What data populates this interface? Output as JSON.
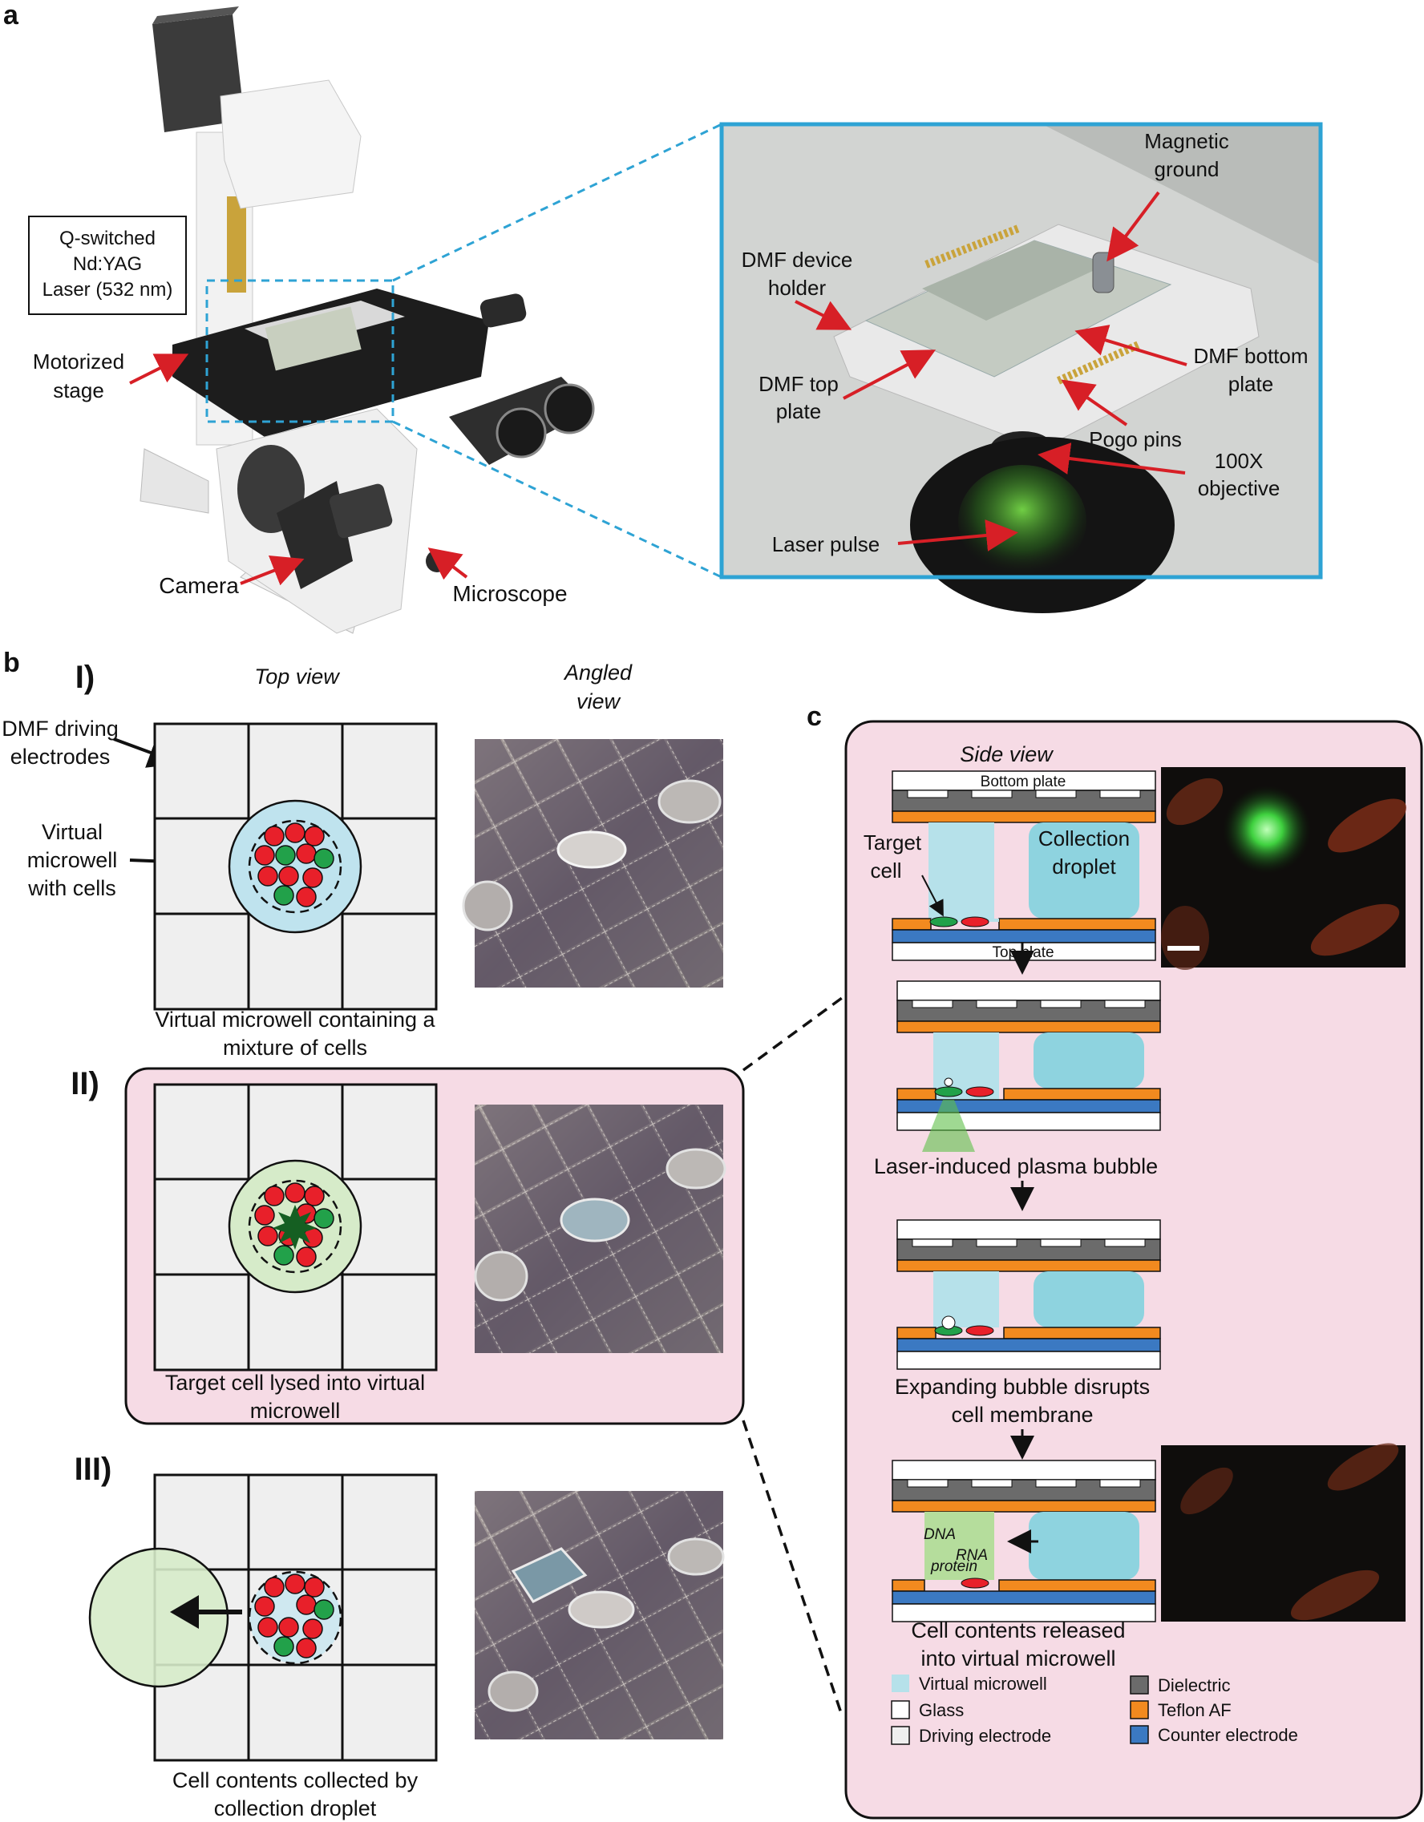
{
  "panels": {
    "a": "a",
    "b": "b",
    "c": "c"
  },
  "panel_a": {
    "laser_box": [
      "Q-switched",
      "Nd:YAG",
      "Laser (532 nm)"
    ],
    "motorized_stage": [
      "Motorized",
      "stage"
    ],
    "camera": "Camera",
    "microscope": "Microscope",
    "inset": {
      "magnetic_ground": [
        "Magnetic",
        "ground"
      ],
      "dmf_device_holder": [
        "DMF device",
        "holder"
      ],
      "dmf_top_plate": [
        "DMF top",
        "plate"
      ],
      "dmf_bottom_plate": [
        "DMF bottom",
        "plate"
      ],
      "pogo_pins": "Pogo pins",
      "objective": [
        "100X",
        "objective"
      ],
      "laser_pulse": "Laser pulse"
    }
  },
  "panel_b": {
    "top_view": "Top view",
    "angled_view": [
      "Angled",
      "view"
    ],
    "dmf_driving_electrodes": [
      "DMF driving",
      "electrodes"
    ],
    "virtual_microwell_with_cells": [
      "Virtual",
      "microwell",
      "with cells"
    ],
    "step1": {
      "roman": "I)",
      "caption": [
        "Virtual microwell containing a",
        "mixture of cells"
      ]
    },
    "step2": {
      "roman": "II)",
      "caption": [
        "Target cell lysed into virtual",
        "microwell"
      ]
    },
    "step3": {
      "roman": "III)",
      "caption": [
        "Cell contents collected by",
        "collection droplet"
      ]
    }
  },
  "panel_c": {
    "side_view": "Side view",
    "bottom_plate": "Bottom plate",
    "top_plate": "Top plate",
    "target_cell": [
      "Target",
      "cell"
    ],
    "collection_droplet": [
      "Collection",
      "droplet"
    ],
    "step2_caption": "Laser-induced plasma bubble",
    "step3_caption": [
      "Expanding bubble disrupts",
      "cell membrane"
    ],
    "step4_caption": [
      "Cell contents released",
      "into virtual microwell"
    ],
    "contents": {
      "dna": "DNA",
      "rna": "RNA",
      "protein": "protein"
    },
    "legend": {
      "virtual_microwell": "Virtual microwell",
      "glass": "Glass",
      "driving_electrode": "Driving electrode",
      "dielectric": "Dielectric",
      "teflon": "Teflon AF",
      "counter_electrode": "Counter electrode"
    }
  },
  "colors": {
    "pink_panel": "#f6dbe5",
    "microwell_blue": "#b6e1ea",
    "droplet_blue": "#8ed3df",
    "microwell_green": "#d6ebc9",
    "cell_red": "#e8202a",
    "cell_green": "#22a14a",
    "dielectric": "#6b6b6b",
    "teflon": "#f28a1f",
    "counter_electrode": "#3b79c2",
    "inset_border": "#2ea3d4",
    "arrow_red": "#d71f26"
  }
}
